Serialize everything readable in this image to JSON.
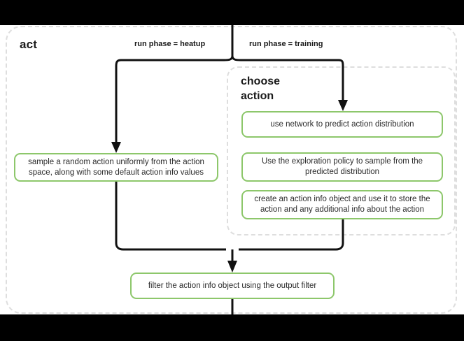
{
  "diagram": {
    "title": "act",
    "subgroup_title": "choose\naction",
    "accent_green": "#8dc76b",
    "dashed_border": "#dedede",
    "connector_color": "#111111",
    "edge_labels": {
      "left": "run phase = heatup",
      "right": "run phase = training"
    },
    "nodes": {
      "heatup_sample": "sample a random action uniformly from the action space, along with some default action info values",
      "predict": "use network to predict action distribution",
      "explore": "Use the exploration policy to sample from the predicted distribution",
      "create_info": "create an action info object and use it to store the action and any additional info about the action",
      "filter": "filter the action info object using the output filter"
    }
  }
}
